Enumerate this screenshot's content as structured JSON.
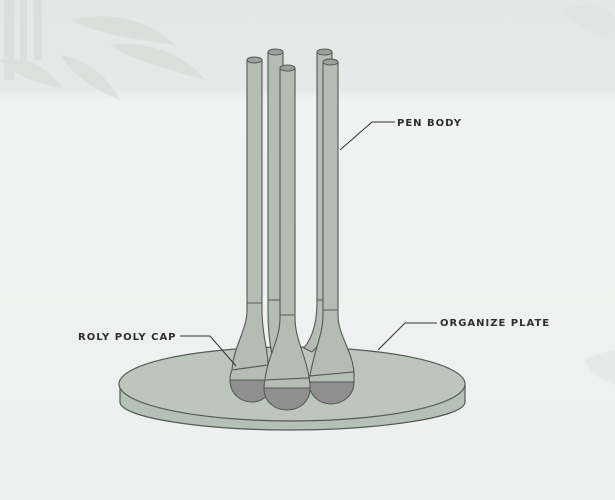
{
  "labels": {
    "pen_body": "PEN BODY",
    "organize_plate": "ORGANIZE PLATE",
    "roly_poly_cap": "ROLY POLY CAP"
  },
  "colors": {
    "background": "#f0f2f1",
    "top_band": "#e5e8e6",
    "body_fill": "#b3bdb4",
    "plate_fill": "#bcc6bd",
    "cap_fill": "#8f8f8f",
    "outline": "#555a55",
    "leaf": "#d6dcd8"
  },
  "icons": [
    "bamboo-leaf-decoration"
  ]
}
